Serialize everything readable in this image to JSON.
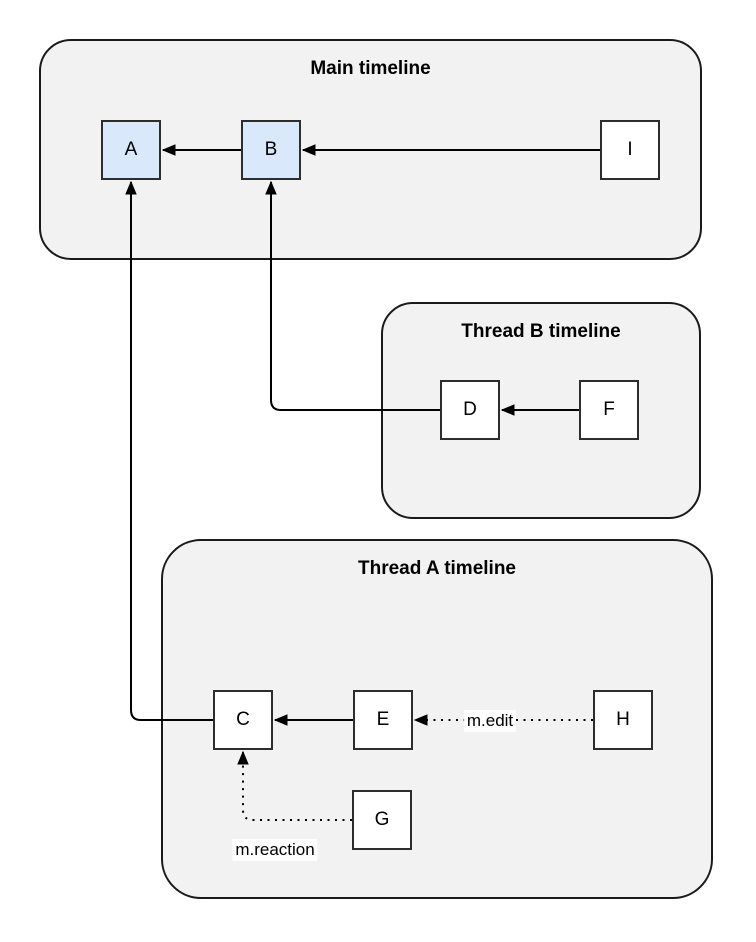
{
  "diagram": {
    "description": "Event DAG diagram showing a main timeline and two thread timelines with arrows pointing to parent events",
    "containers": [
      {
        "id": "main",
        "title": "Main timeline"
      },
      {
        "id": "threadB",
        "title": "Thread B timeline"
      },
      {
        "id": "threadA",
        "title": "Thread A timeline"
      }
    ],
    "nodes": [
      {
        "id": "A",
        "label": "A",
        "container": "main",
        "highlighted": true
      },
      {
        "id": "B",
        "label": "B",
        "container": "main",
        "highlighted": true
      },
      {
        "id": "I",
        "label": "I",
        "container": "main",
        "highlighted": false
      },
      {
        "id": "D",
        "label": "D",
        "container": "threadB",
        "highlighted": false
      },
      {
        "id": "F",
        "label": "F",
        "container": "threadB",
        "highlighted": false
      },
      {
        "id": "C",
        "label": "C",
        "container": "threadA",
        "highlighted": false
      },
      {
        "id": "E",
        "label": "E",
        "container": "threadA",
        "highlighted": false
      },
      {
        "id": "H",
        "label": "H",
        "container": "threadA",
        "highlighted": false
      },
      {
        "id": "G",
        "label": "G",
        "container": "threadA",
        "highlighted": false
      }
    ],
    "edges": [
      {
        "from": "B",
        "to": "A",
        "style": "solid",
        "label": ""
      },
      {
        "from": "I",
        "to": "B",
        "style": "solid",
        "label": ""
      },
      {
        "from": "F",
        "to": "D",
        "style": "solid",
        "label": ""
      },
      {
        "from": "D",
        "to": "B",
        "style": "solid",
        "label": ""
      },
      {
        "from": "E",
        "to": "C",
        "style": "solid",
        "label": ""
      },
      {
        "from": "C",
        "to": "A",
        "style": "solid",
        "label": ""
      },
      {
        "from": "H",
        "to": "E",
        "style": "dotted",
        "label": "m.edit"
      },
      {
        "from": "G",
        "to": "C",
        "style": "dotted",
        "label": "m.reaction"
      }
    ],
    "colors": {
      "background": "#ffffff",
      "container_fill": "#f2f2f2",
      "container_border": "#1a1a1a",
      "node_fill": "#ffffff",
      "node_highlight_fill": "#dae8fc",
      "node_border": "#2d2d2d",
      "arrow": "#000000"
    }
  }
}
